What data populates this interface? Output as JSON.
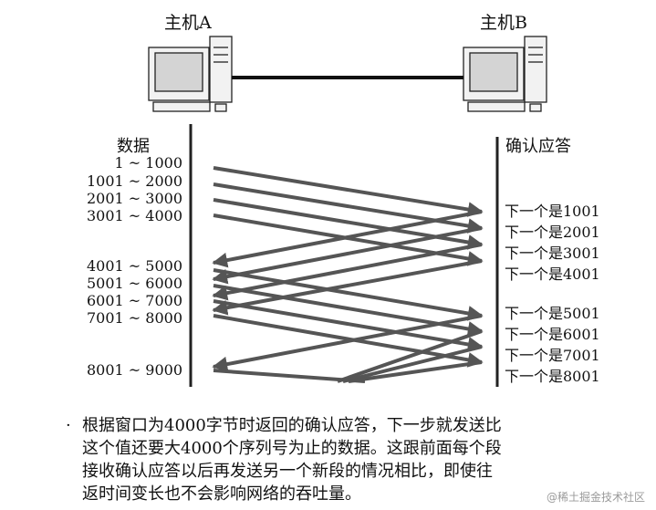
{
  "host_a": {
    "label": "主机A"
  },
  "host_b": {
    "label": "主机B"
  },
  "left_column_title": "数据",
  "right_column_title": "确认应答",
  "segments": [
    "1 ~ 1000",
    "1001 ~ 2000",
    "2001 ~ 3000",
    "3001 ~ 4000",
    "4001 ~ 5000",
    "5001 ~ 6000",
    "6001 ~ 7000",
    "7001 ~ 8000",
    "8001 ~ 9000"
  ],
  "acks": [
    "下一个是1001",
    "下一个是2001",
    "下一个是3001",
    "下一个是4001",
    "下一个是5001",
    "下一个是6001",
    "下一个是7001",
    "下一个是8001"
  ],
  "caption": {
    "bullet": "·",
    "lines": [
      "根据窗口为4000字节时返回的确认应答，下一步就发送比",
      "这个值还要大4000个序列号为止的数据。这跟前面每个段",
      "接收确认应答以后再发送另一个新段的情况相比，即使往",
      "返时间变长也不会影响网络的吞吐量。"
    ]
  },
  "watermark": "@稀土掘金技术社区",
  "colors": {
    "arrow": "#555555",
    "timeline": "#222222",
    "screen": "#d4d4d4",
    "case": "#f2f2f2"
  }
}
